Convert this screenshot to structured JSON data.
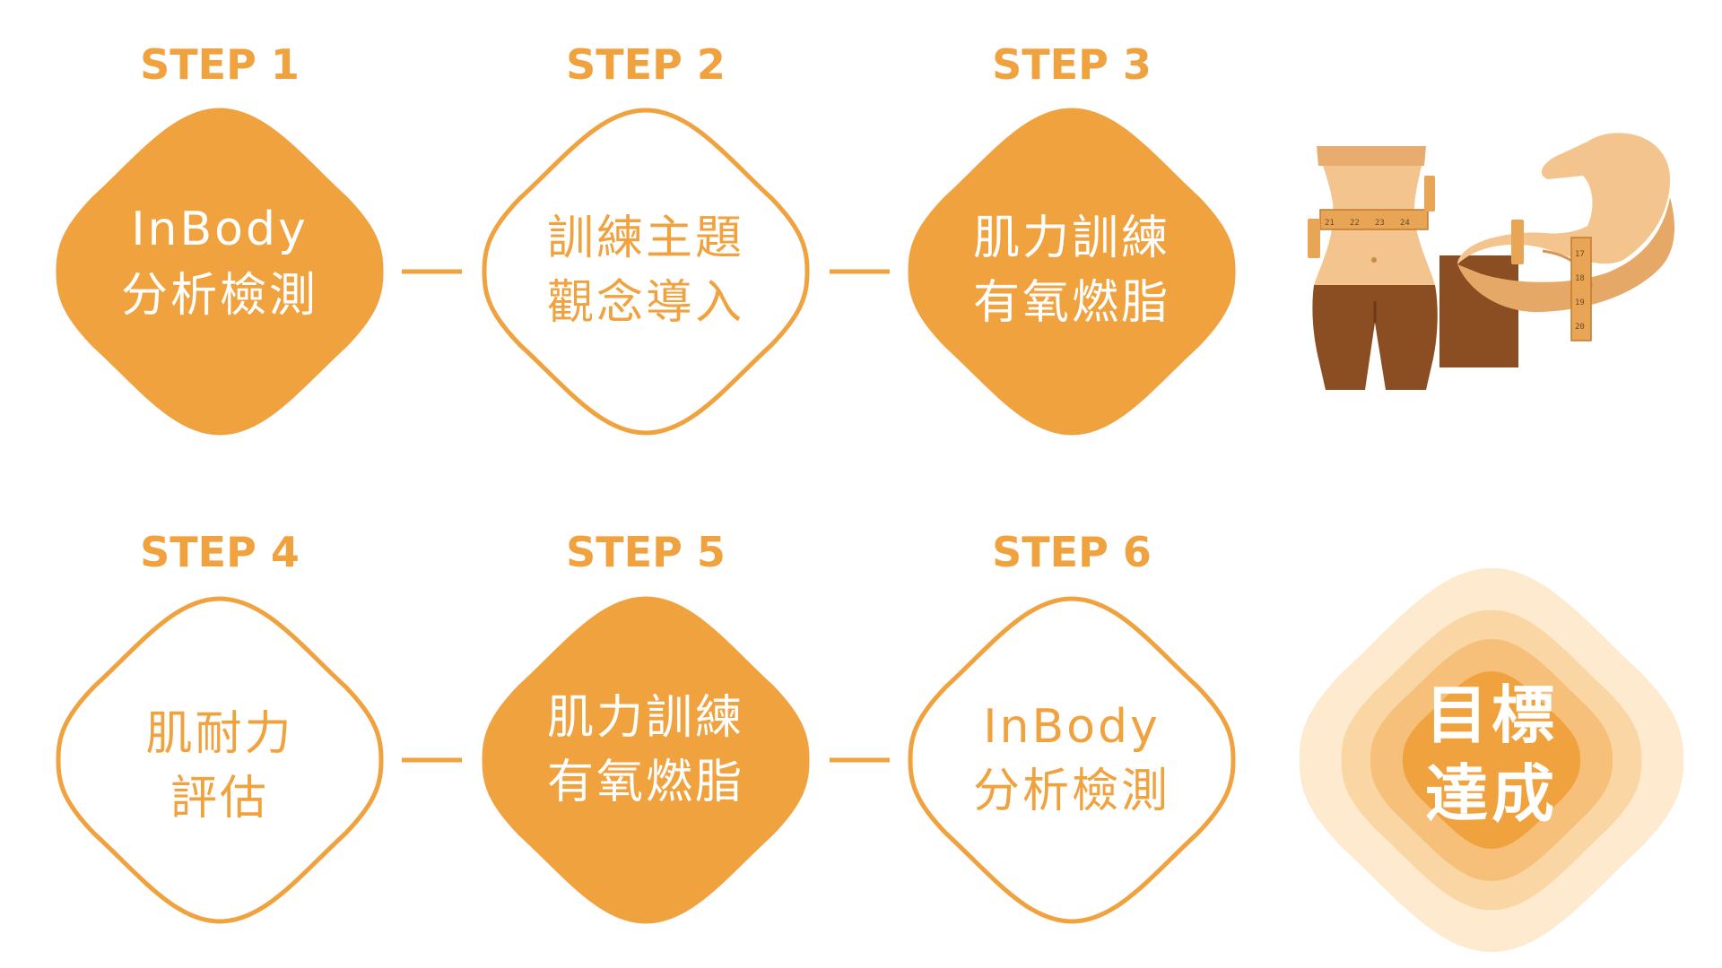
{
  "colors": {
    "accent": "#f0a23f",
    "white": "#ffffff",
    "goal_ring_1": "#fdeacf",
    "goal_ring_2": "#f9d6a4",
    "goal_ring_3": "#f6c07a",
    "goal_core": "#f0a23f"
  },
  "steps": [
    {
      "label": "STEP 1",
      "line1": "InBody",
      "line2": "分析檢測",
      "filled": true
    },
    {
      "label": "STEP 2",
      "line1": "訓練主題",
      "line2": "觀念導入",
      "filled": false
    },
    {
      "label": "STEP 3",
      "line1": "肌力訓練",
      "line2": "有氧燃脂",
      "filled": true
    },
    {
      "label": "STEP 4",
      "line1": "肌耐力",
      "line2": "評估",
      "filled": false
    },
    {
      "label": "STEP 5",
      "line1": "肌力訓練",
      "line2": "有氧燃脂",
      "filled": true
    },
    {
      "label": "STEP 6",
      "line1": "InBody",
      "line2": "分析檢測",
      "filled": false
    }
  ],
  "goal": {
    "line1": "目標",
    "line2": "達成"
  },
  "illustration": {
    "icon": "fitness-waist-and-arm-measuring-icon",
    "waist_tape_numbers": [
      "21",
      "22",
      "23",
      "24"
    ],
    "arm_tape_numbers": [
      "17",
      "18",
      "19",
      "20"
    ]
  }
}
